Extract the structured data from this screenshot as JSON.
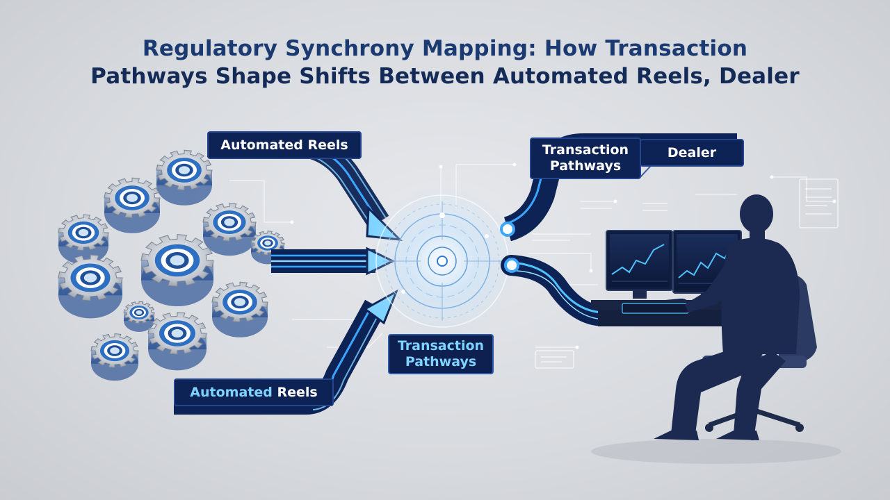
{
  "title": {
    "line1": "Regulatory Synchrony Mapping: How Transaction",
    "line2": "Pathways Shape Shifts Between Automated Reels, Dealer"
  },
  "labels": {
    "automated_reels_top": "Automated Reels",
    "automated_reels_bottom_highlight": "Automated",
    "automated_reels_bottom_rest": " Reels",
    "transaction_pathways_center_line1": "Transaction",
    "transaction_pathways_center_line2": "Pathways",
    "transaction_pathways_right_line1": "Transaction",
    "transaction_pathways_right_line2": "Pathways",
    "dealer": "Dealer"
  },
  "colors": {
    "title_primary": "#1b3a72",
    "navy": "#0e2355",
    "accent_cyan": "#4fc3ff",
    "gear_blue": "#3a86d6"
  },
  "icons": [
    "gear-icon",
    "hub-icon",
    "monitor-icon",
    "chart-icon",
    "keyboard-icon",
    "dealer-silhouette-icon",
    "office-chair-icon"
  ]
}
